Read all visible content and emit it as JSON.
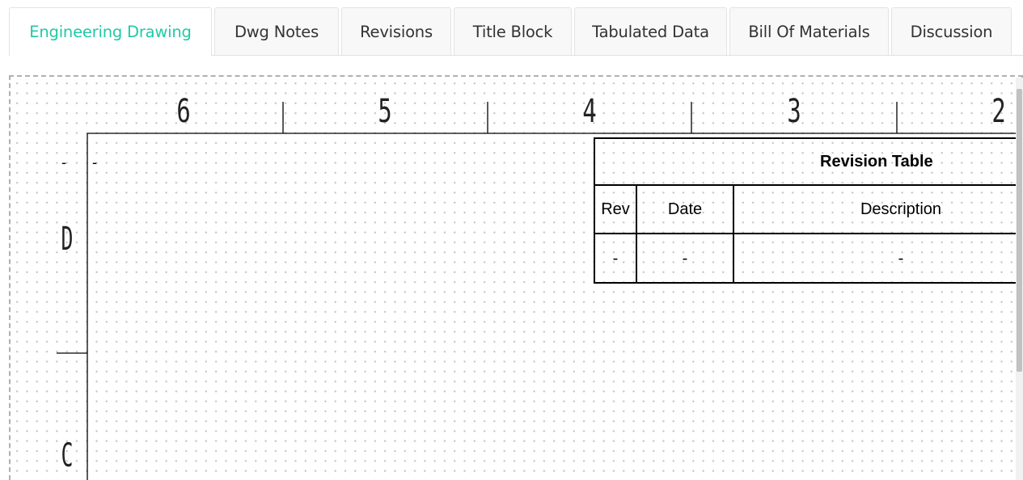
{
  "tabs": [
    {
      "label": "Engineering Drawing",
      "active": true
    },
    {
      "label": "Dwg Notes",
      "active": false
    },
    {
      "label": "Revisions",
      "active": false
    },
    {
      "label": "Title Block",
      "active": false
    },
    {
      "label": "Tabulated Data",
      "active": false
    },
    {
      "label": "Bill Of Materials",
      "active": false
    },
    {
      "label": "Discussion",
      "active": false
    }
  ],
  "drawing": {
    "zone_numbers": [
      "6",
      "5",
      "4",
      "3",
      "2"
    ],
    "zone_letters": [
      "D",
      "C"
    ],
    "field_dash_left": "-",
    "field_dash_right": "-"
  },
  "revision_table": {
    "title": "Revision Table",
    "headers": {
      "rev": "Rev",
      "date": "Date",
      "description": "Description"
    },
    "rows": [
      {
        "rev": "-",
        "date": "-",
        "description": "-"
      }
    ]
  },
  "colors": {
    "active_tab": "#20c9a6",
    "tab_text": "#333333",
    "grid_dot": "#c4c4c4"
  }
}
